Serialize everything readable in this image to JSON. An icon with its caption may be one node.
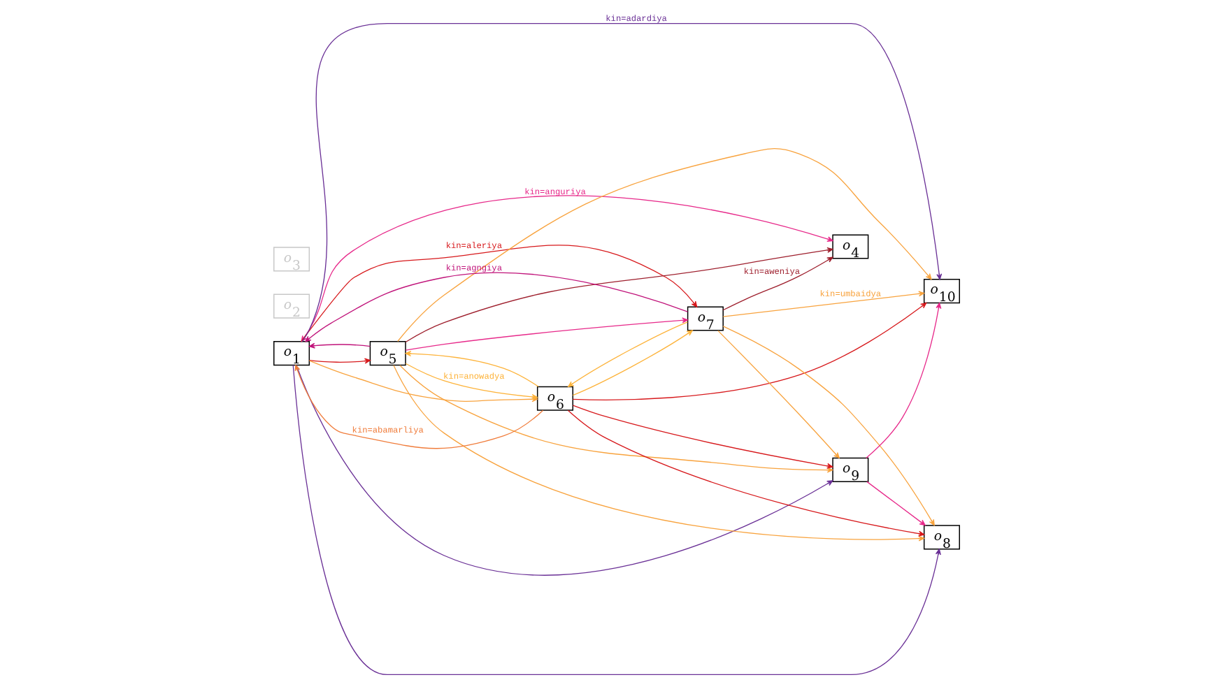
{
  "diagram": {
    "nodes": [
      {
        "text": [
          "o$_{1}$"
        ]
      },
      {
        "text": [
          "o$_{2}$"
        ]
      },
      {
        "text": [
          "o$_{3}$"
        ]
      },
      {
        "text": [
          "o$_{4}$"
        ]
      },
      {
        "text": [
          "o$_{5}$"
        ]
      },
      {
        "text": [
          "o$_{6}$"
        ]
      },
      {
        "text": [
          "o$_{7}$"
        ]
      },
      {
        "text": [
          "o$_{8}$"
        ]
      },
      {
        "text": [
          "o$_{9}$"
        ]
      },
      {
        "text": [
          "o$_{10}$"
        ]
      }
    ],
    "edges": [
      {
        "from": 0,
        "to": 3,
        "arrow": "both",
        "label": "kin=anguriya",
        "color": "#e7298a"
      },
      {
        "from": 6,
        "to": 0,
        "arrow": "to",
        "label": "kin=agngiya",
        "color": "#c0137a"
      },
      {
        "from": 0,
        "to": 6,
        "arrow": "to",
        "label": "kin=aleriya",
        "color": "#d7191c"
      },
      {
        "from": 5,
        "to": 0,
        "arrow": "to",
        "label": "kin=abamarliya",
        "color": "#f07d3c"
      },
      {
        "from": 4,
        "to": 0,
        "arrow": "to",
        "color": "#c0137a"
      },
      {
        "from": 0,
        "to": 4,
        "arrow": "to",
        "color": "#d7191c"
      },
      {
        "from": 0,
        "to": 5,
        "arrow": "to",
        "color": "#f8a33e"
      },
      {
        "from": 4,
        "to": 3,
        "arrow": "to",
        "color": "#9e1f2d"
      },
      {
        "from": 6,
        "to": 3,
        "arrow": "to",
        "label": "kin=aweniya",
        "color": "#9e1f2d"
      },
      {
        "from": 5,
        "to": 4,
        "arrow": "to",
        "color": "#fdb33a"
      },
      {
        "from": 4,
        "to": 5,
        "arrow": "to",
        "label": "kin=anowadya",
        "color": "#fdb33a"
      },
      {
        "from": 6,
        "to": 5,
        "arrow": "to",
        "color": "#fdb33a"
      },
      {
        "from": 5,
        "to": 6,
        "arrow": "to",
        "color": "#fdb33a"
      },
      {
        "from": 4,
        "to": 6,
        "arrow": "to",
        "color": "#e7298a"
      },
      {
        "from": 4,
        "to": 7,
        "arrow": "to",
        "color": "#f8a33e"
      },
      {
        "from": 4,
        "to": 8,
        "arrow": "to",
        "color": "#f8a33e"
      },
      {
        "from": 4,
        "to": 9,
        "arrow": "to",
        "color": "#f8a33e"
      },
      {
        "from": 6,
        "to": 7,
        "arrow": "to",
        "color": "#f8a33e"
      },
      {
        "from": 6,
        "to": 8,
        "arrow": "to",
        "color": "#f8a33e"
      },
      {
        "from": 6,
        "to": 9,
        "arrow": "to",
        "label": "kin=umbaidya",
        "color": "#f8a33e"
      },
      {
        "from": 5,
        "to": 7,
        "arrow": "to",
        "color": "#d7191c"
      },
      {
        "from": 5,
        "to": 8,
        "arrow": "to",
        "color": "#d7191c"
      },
      {
        "from": 5,
        "to": 9,
        "arrow": "to",
        "color": "#d7191c"
      },
      {
        "from": 8,
        "to": 7,
        "arrow": "to",
        "color": "#e7298a"
      },
      {
        "from": 8,
        "to": 9,
        "arrow": "to",
        "color": "#e7298a"
      },
      {
        "from": 0,
        "to": 7,
        "arrow": "to",
        "color": "#6a3096"
      },
      {
        "from": 0,
        "to": 8,
        "arrow": "to",
        "color": "#6a3096"
      },
      {
        "from": 0,
        "to": 9,
        "arrow": "to",
        "label": "kin=adardiya",
        "color": "#6a3096"
      }
    ]
  }
}
